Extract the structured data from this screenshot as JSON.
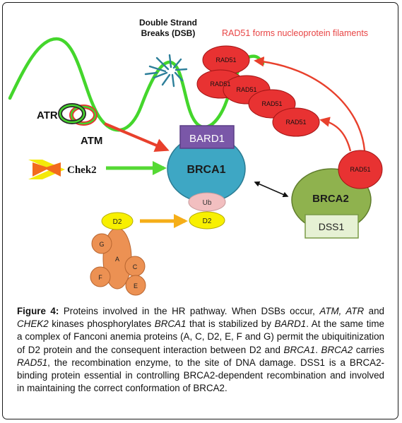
{
  "labels": {
    "dsb_line1": "Double Strand",
    "dsb_line2": "Breaks (DSB)",
    "rad51_filaments": "RAD51 forms nucleoprotein filaments",
    "atr": "ATR",
    "atm": "ATM",
    "bard1": "BARD1",
    "brca1": "BRCA1",
    "chek2": "Chek2",
    "ub": "Ub",
    "d2_top": "D2",
    "d2_right": "D2",
    "g": "G",
    "a": "A",
    "c": "C",
    "f": "F",
    "e": "E",
    "brca2": "BRCA2",
    "dss1": "DSS1",
    "rad51": "RAD51"
  },
  "caption": {
    "label": "Figure 4:",
    "segments": [
      {
        "t": " Proteins involved in the HR pathway. When DSBs occur, ",
        "i": false
      },
      {
        "t": "ATM, ATR",
        "i": true
      },
      {
        "t": " and ",
        "i": false
      },
      {
        "t": "CHEK2",
        "i": true
      },
      {
        "t": " kinases phosphorylates ",
        "i": false
      },
      {
        "t": "BRCA1",
        "i": true
      },
      {
        "t": " that is stabilized by ",
        "i": false
      },
      {
        "t": "BARD1",
        "i": true
      },
      {
        "t": ". At the same time a complex of Fanconi anemia proteins (A, C, D2, E, F and G) permit the ubiquitinization of D2 protein and the consequent interaction between D2 and ",
        "i": false
      },
      {
        "t": "BRCA1",
        "i": true
      },
      {
        "t": ". ",
        "i": false
      },
      {
        "t": "BRCA2",
        "i": true
      },
      {
        "t": " carries ",
        "i": false
      },
      {
        "t": "RAD51",
        "i": true
      },
      {
        "t": ", the recombination enzyme, to the site of DNA damage. DSS1 is a BRCA2-binding protein essential in controlling BRCA2-dependent recombination and involved in maintaining the correct conformation of BRCA2.",
        "i": false
      }
    ]
  },
  "colors": {
    "dna_strand": "#44d62c",
    "rad51_fill": "#e83232",
    "rad51_text_color": "#e84444",
    "brca1_fill": "#3ea7c4",
    "bard1_fill": "#7a57a8",
    "brca2_fill": "#8fb24e",
    "dss1_fill": "#e6f1d4",
    "d2_fill": "#f8f000",
    "ub_fill": "#f2bfc0",
    "fanconi_fill": "#ec9153",
    "atm_arrow": "#e8402c",
    "chek2_arrow": "#55d934",
    "d2_arrow": "#f5ae18"
  },
  "icons": [
    "dsb-burst-icon",
    "chek2-bowtie-icon"
  ]
}
